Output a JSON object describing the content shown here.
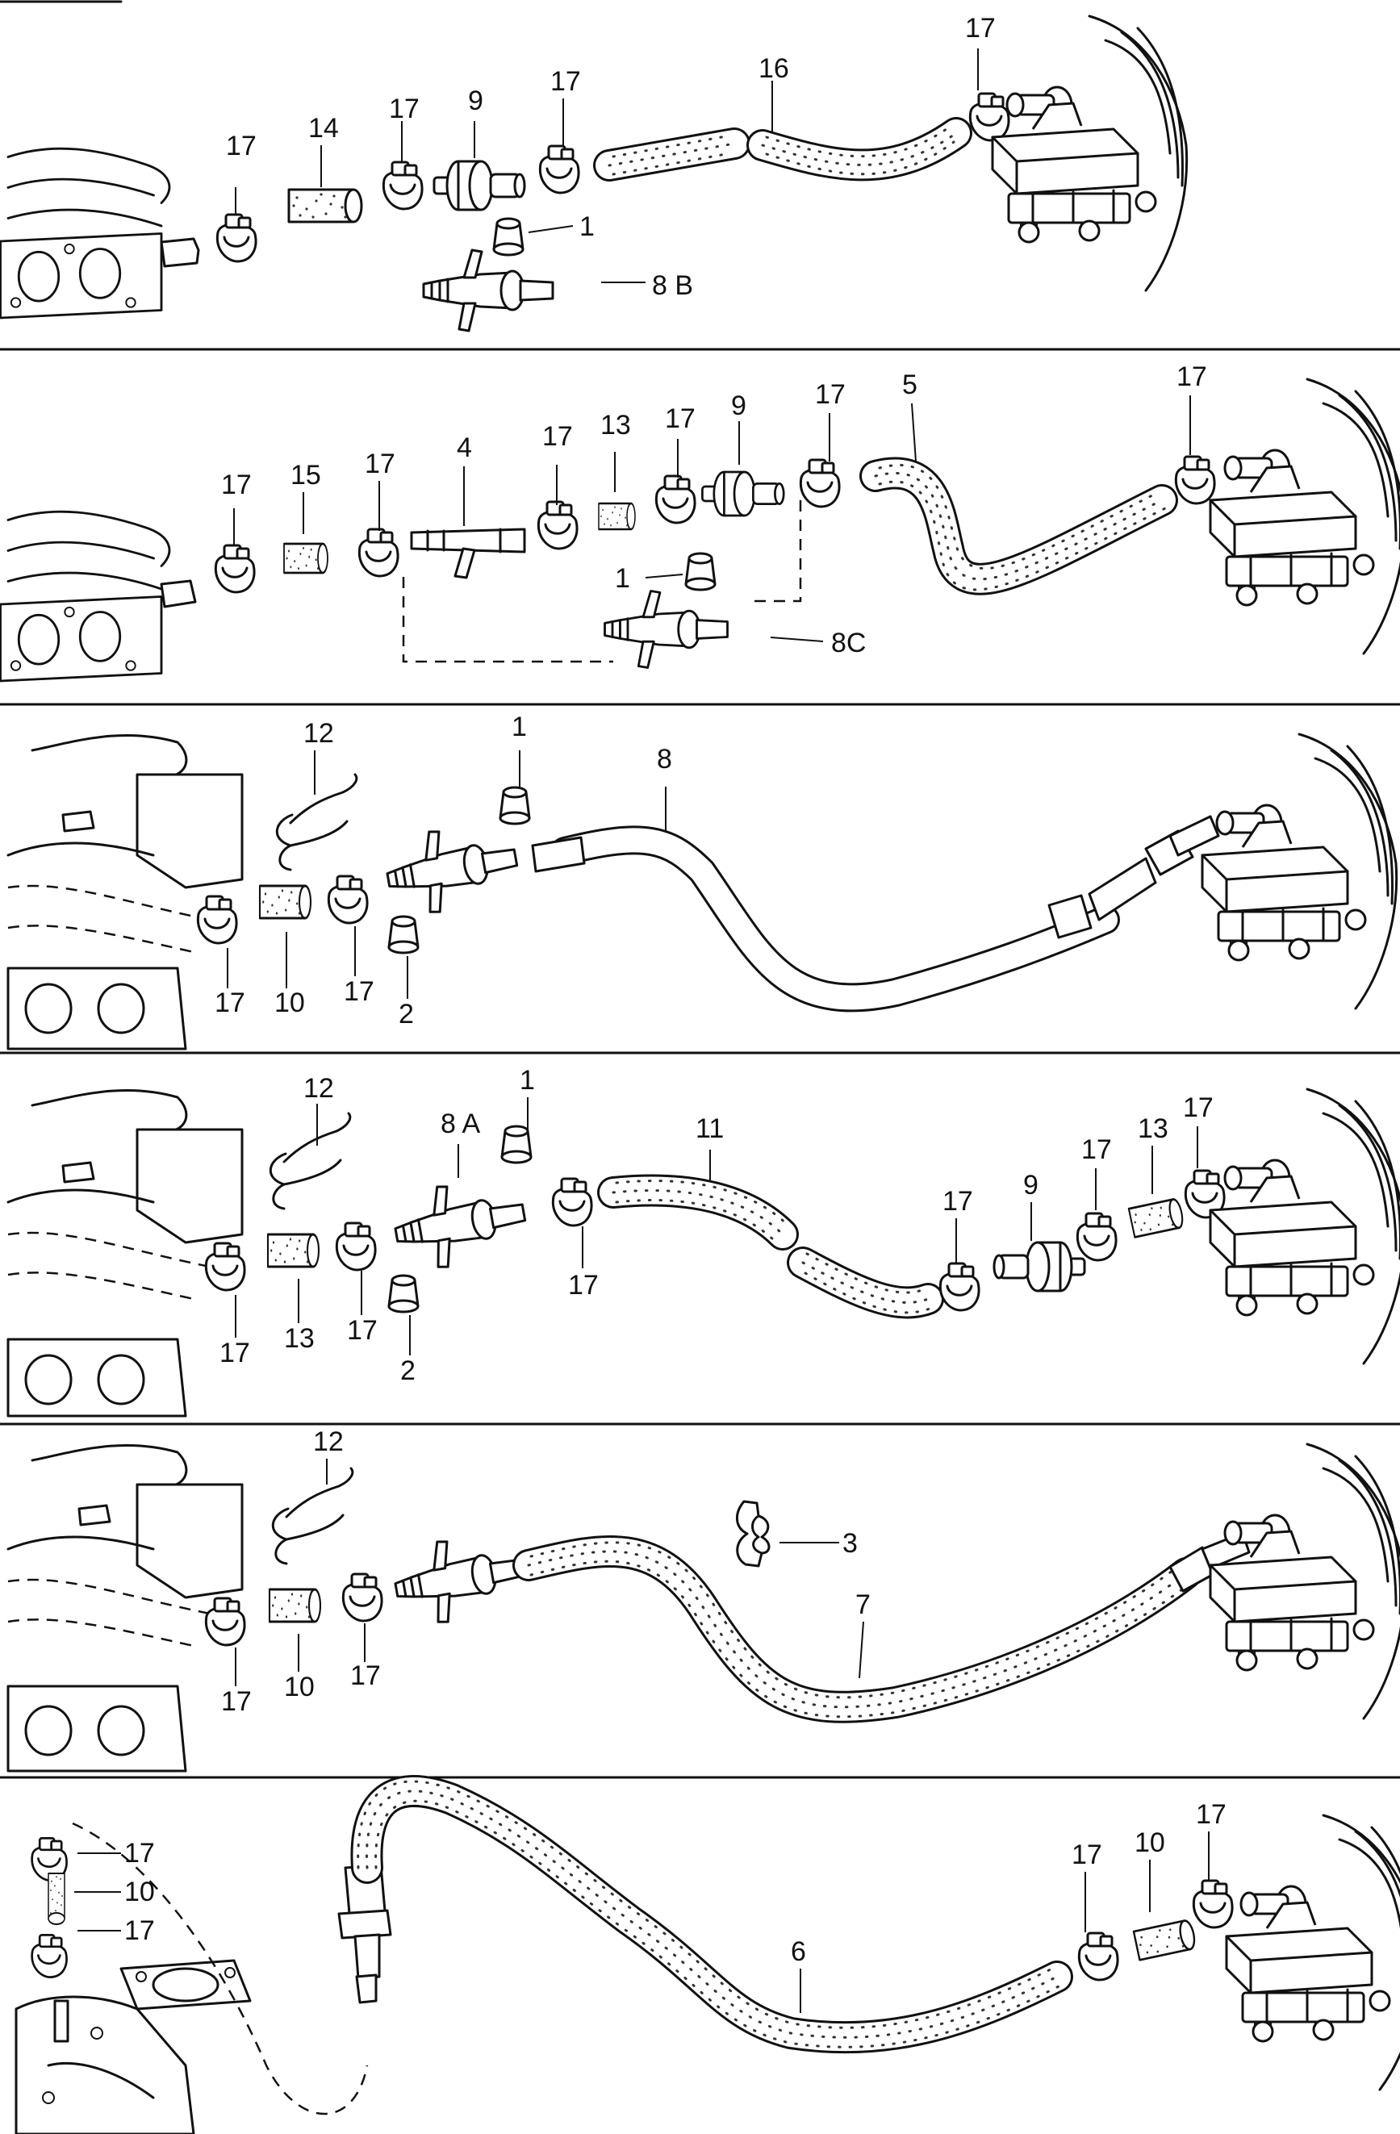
{
  "panels": [
    {
      "id": "panel-1",
      "labels": [
        {
          "id": "a1",
          "text": "17"
        },
        {
          "id": "a2",
          "text": "14"
        },
        {
          "id": "a3",
          "text": "17"
        },
        {
          "id": "a4",
          "text": "9"
        },
        {
          "id": "a5",
          "text": "17"
        },
        {
          "id": "a6",
          "text": "16"
        },
        {
          "id": "a7",
          "text": "17"
        },
        {
          "id": "a8",
          "text": "1"
        },
        {
          "id": "a9",
          "text": "8 B"
        }
      ]
    },
    {
      "id": "panel-2",
      "labels": [
        {
          "id": "b1",
          "text": "17"
        },
        {
          "id": "b2",
          "text": "15"
        },
        {
          "id": "b3",
          "text": "17"
        },
        {
          "id": "b4",
          "text": "4"
        },
        {
          "id": "b5",
          "text": "17"
        },
        {
          "id": "b6",
          "text": "13"
        },
        {
          "id": "b7",
          "text": "17"
        },
        {
          "id": "b8",
          "text": "9"
        },
        {
          "id": "b9",
          "text": "17"
        },
        {
          "id": "b10",
          "text": "5"
        },
        {
          "id": "b11",
          "text": "17"
        },
        {
          "id": "b12",
          "text": "1"
        },
        {
          "id": "b13",
          "text": "8C"
        }
      ]
    },
    {
      "id": "panel-3",
      "labels": [
        {
          "id": "c1",
          "text": "12"
        },
        {
          "id": "c2",
          "text": "1"
        },
        {
          "id": "c3",
          "text": "8"
        },
        {
          "id": "c4",
          "text": "17"
        },
        {
          "id": "c5",
          "text": "10"
        },
        {
          "id": "c6",
          "text": "17"
        },
        {
          "id": "c7",
          "text": "2"
        }
      ]
    },
    {
      "id": "panel-4",
      "labels": [
        {
          "id": "d1",
          "text": "12"
        },
        {
          "id": "d2",
          "text": "8 A"
        },
        {
          "id": "d3",
          "text": "1"
        },
        {
          "id": "d4",
          "text": "11"
        },
        {
          "id": "d5",
          "text": "17"
        },
        {
          "id": "d6",
          "text": "13"
        },
        {
          "id": "d7",
          "text": "17"
        },
        {
          "id": "d8",
          "text": "17"
        },
        {
          "id": "d9",
          "text": "13"
        },
        {
          "id": "d10",
          "text": "17"
        },
        {
          "id": "d11",
          "text": "17"
        },
        {
          "id": "d12",
          "text": "17"
        },
        {
          "id": "d13",
          "text": "2"
        },
        {
          "id": "d14",
          "text": "9"
        }
      ]
    },
    {
      "id": "panel-5",
      "labels": [
        {
          "id": "e1",
          "text": "12"
        },
        {
          "id": "e2",
          "text": "3"
        },
        {
          "id": "e3",
          "text": "7"
        },
        {
          "id": "e4",
          "text": "17"
        },
        {
          "id": "e5",
          "text": "10"
        },
        {
          "id": "e6",
          "text": "17"
        }
      ]
    },
    {
      "id": "panel-6",
      "labels": [
        {
          "id": "f1",
          "text": "17"
        },
        {
          "id": "f2",
          "text": "10"
        },
        {
          "id": "f3",
          "text": "17"
        },
        {
          "id": "f4",
          "text": "6"
        },
        {
          "id": "f5",
          "text": "17"
        },
        {
          "id": "f6",
          "text": "10"
        },
        {
          "id": "f7",
          "text": "17"
        }
      ]
    }
  ]
}
